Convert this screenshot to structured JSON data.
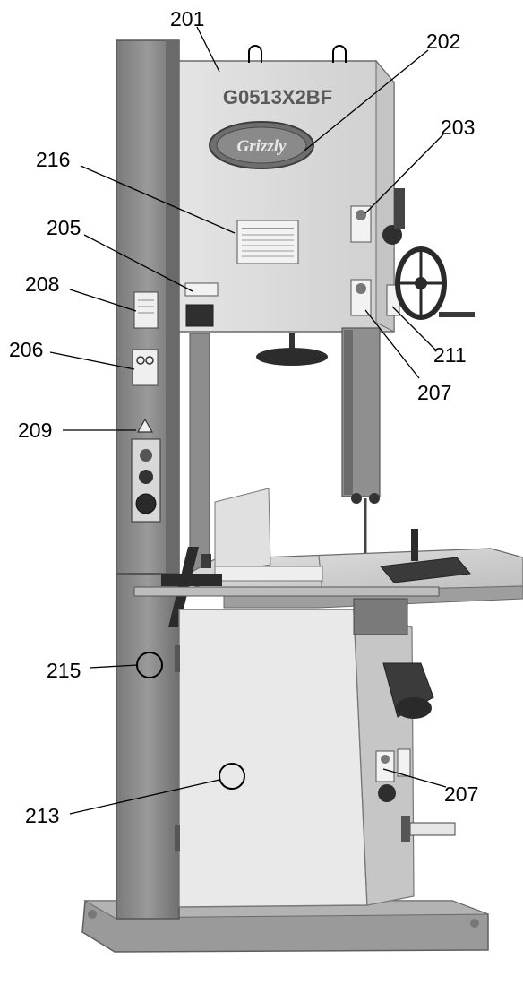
{
  "machine": {
    "model_label": "G0513X2BF",
    "brand_logo_text": "Grizzly"
  },
  "callouts": [
    {
      "id": "201",
      "label": "201"
    },
    {
      "id": "202",
      "label": "202"
    },
    {
      "id": "203",
      "label": "203"
    },
    {
      "id": "216",
      "label": "216"
    },
    {
      "id": "205",
      "label": "205"
    },
    {
      "id": "208",
      "label": "208"
    },
    {
      "id": "206",
      "label": "206"
    },
    {
      "id": "209",
      "label": "209"
    },
    {
      "id": "211",
      "label": "211"
    },
    {
      "id": "207a",
      "label": "207"
    },
    {
      "id": "215",
      "label": "215"
    },
    {
      "id": "213",
      "label": "213"
    },
    {
      "id": "207b",
      "label": "207"
    }
  ],
  "colors": {
    "column": "#8c8c8c",
    "cabinet": "#e9e9e9",
    "upper_housing": "#dcdcdc",
    "base": "#9a9a9a",
    "table": "#d4d4d4"
  }
}
